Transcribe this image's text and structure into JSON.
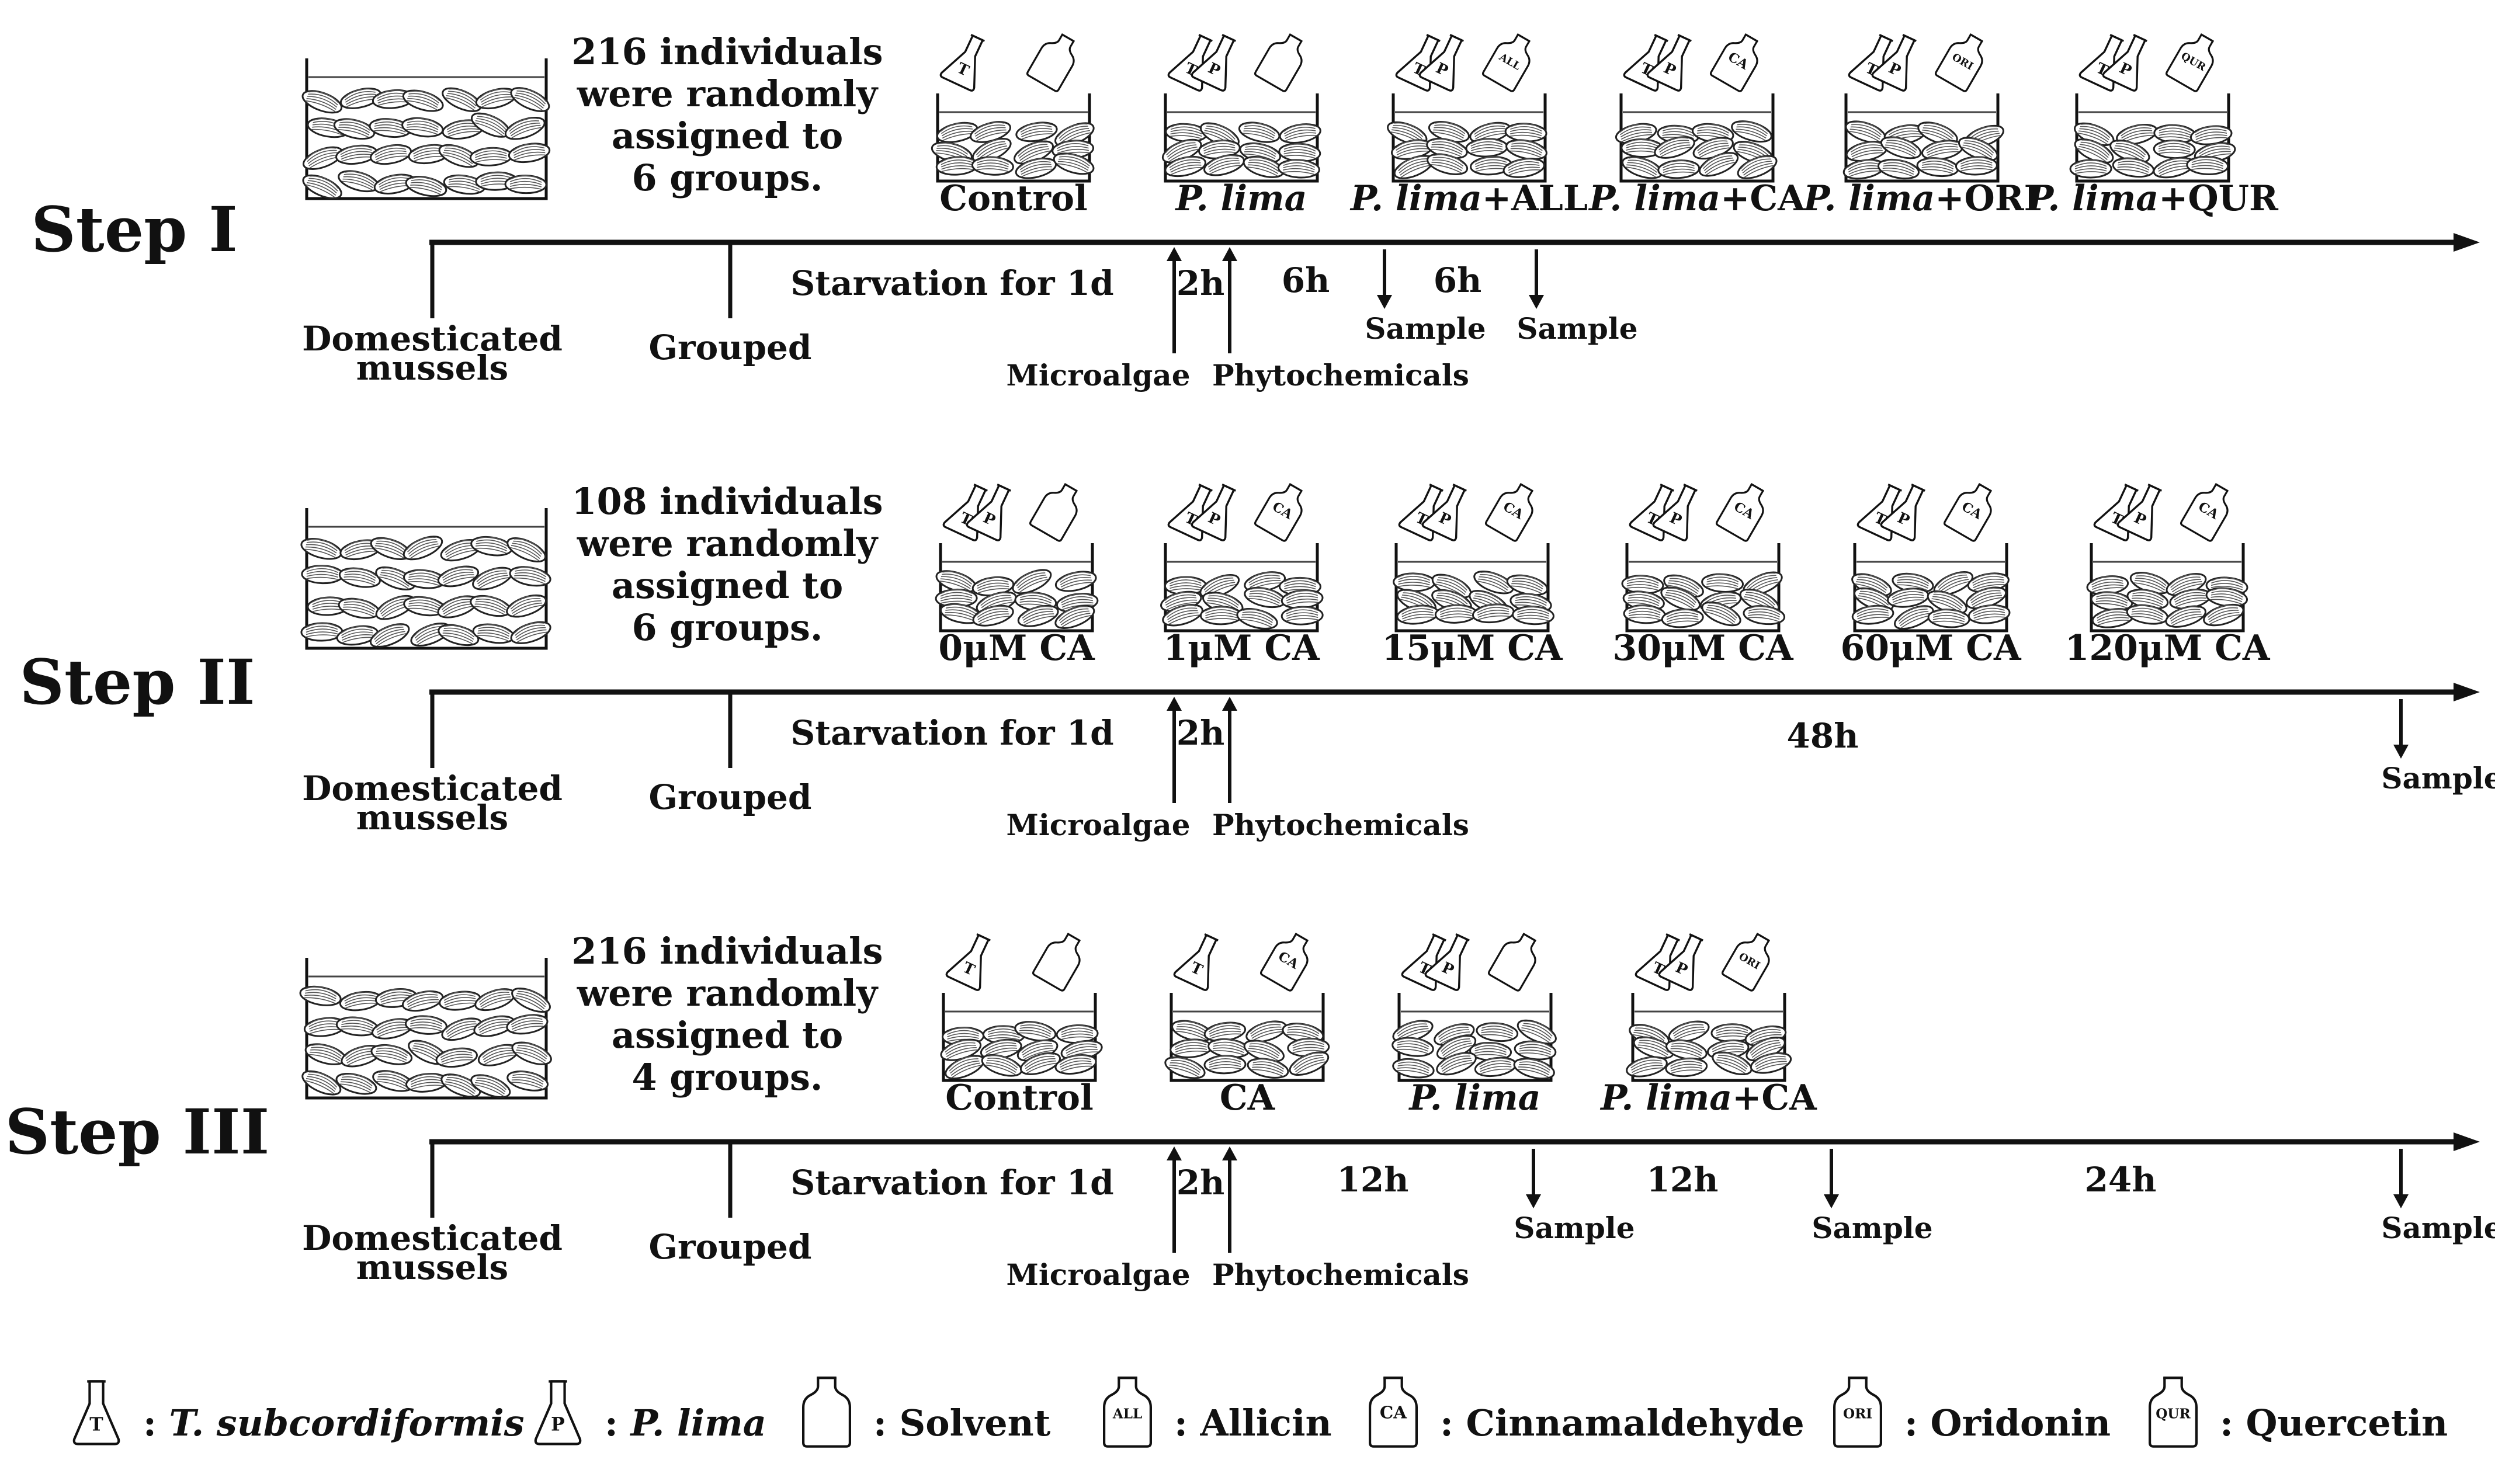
{
  "legend": [
    {
      "shape": "flask",
      "badge": "T",
      "label": "T. subcordiformis",
      "italic": true
    },
    {
      "shape": "flask",
      "badge": "P",
      "label": "P. lima",
      "italic": true
    },
    {
      "shape": "bottle",
      "badge": "",
      "label": "Solvent",
      "italic": false
    },
    {
      "shape": "bottle",
      "badge": "ALL",
      "label": "Allicin",
      "italic": false
    },
    {
      "shape": "bottle",
      "badge": "CA",
      "label": "Cinnamaldehyde",
      "italic": false
    },
    {
      "shape": "bottle",
      "badge": "ORI",
      "label": "Oridonin",
      "italic": false
    },
    {
      "shape": "bottle",
      "badge": "QUR",
      "label": "Quercetin",
      "italic": false
    }
  ],
  "steps": [
    {
      "label": "Step I",
      "assignment": [
        "216 individuals",
        "were randomly",
        "assigned to",
        "6 groups."
      ],
      "groups": [
        {
          "label": [
            {
              "t": "Control",
              "i": false
            }
          ],
          "flasks": [
            "T"
          ],
          "bottle": ""
        },
        {
          "label": [
            {
              "t": "P. lima",
              "i": true
            }
          ],
          "flasks": [
            "T",
            "P"
          ],
          "bottle": ""
        },
        {
          "label": [
            {
              "t": "P. lima",
              "i": true
            },
            {
              "t": "+ALL",
              "i": false
            }
          ],
          "flasks": [
            "T",
            "P"
          ],
          "bottle": "ALL"
        },
        {
          "label": [
            {
              "t": "P. lima",
              "i": true
            },
            {
              "t": "+CA",
              "i": false
            }
          ],
          "flasks": [
            "T",
            "P"
          ],
          "bottle": "CA"
        },
        {
          "label": [
            {
              "t": "P. lima",
              "i": true
            },
            {
              "t": "+ORI",
              "i": false
            }
          ],
          "flasks": [
            "T",
            "P"
          ],
          "bottle": "ORI"
        },
        {
          "label": [
            {
              "t": "P. lima",
              "i": true
            },
            {
              "t": "+QUR",
              "i": false
            }
          ],
          "flasks": [
            "T",
            "P"
          ],
          "bottle": "QUR"
        }
      ],
      "timeline": {
        "domesticated": [
          "Domesticated",
          "mussels"
        ],
        "grouped": "Grouped",
        "starvation": "Starvation for 1d",
        "microalgae": "Microalgae",
        "phytochemicals": "Phytochemicals",
        "gap": "2h",
        "intervals": [
          "6h",
          "6h"
        ],
        "samples": [
          "Sample",
          "Sample"
        ]
      }
    },
    {
      "label": "Step II",
      "assignment": [
        "108 individuals",
        "were randomly",
        "assigned to",
        "6 groups."
      ],
      "groups": [
        {
          "label": [
            {
              "t": "0μM CA",
              "i": false
            }
          ],
          "flasks": [
            "T",
            "P"
          ],
          "bottle": ""
        },
        {
          "label": [
            {
              "t": "1μM CA",
              "i": false
            }
          ],
          "flasks": [
            "T",
            "P"
          ],
          "bottle": "CA"
        },
        {
          "label": [
            {
              "t": "15μM CA",
              "i": false
            }
          ],
          "flasks": [
            "T",
            "P"
          ],
          "bottle": "CA"
        },
        {
          "label": [
            {
              "t": "30μM CA",
              "i": false
            }
          ],
          "flasks": [
            "T",
            "P"
          ],
          "bottle": "CA"
        },
        {
          "label": [
            {
              "t": "60μM CA",
              "i": false
            }
          ],
          "flasks": [
            "T",
            "P"
          ],
          "bottle": "CA"
        },
        {
          "label": [
            {
              "t": "120μM CA",
              "i": false
            }
          ],
          "flasks": [
            "T",
            "P"
          ],
          "bottle": "CA"
        }
      ],
      "timeline": {
        "domesticated": [
          "Domesticated",
          "mussels"
        ],
        "grouped": "Grouped",
        "starvation": "Starvation for 1d",
        "microalgae": "Microalgae",
        "phytochemicals": "Phytochemicals",
        "gap": "2h",
        "intervals": [
          "48h"
        ],
        "samples": [
          "Sample"
        ]
      }
    },
    {
      "label": "Step III",
      "assignment": [
        "216 individuals",
        "were randomly",
        "assigned to",
        "4 groups."
      ],
      "groups": [
        {
          "label": [
            {
              "t": "Control",
              "i": false
            }
          ],
          "flasks": [
            "T"
          ],
          "bottle": ""
        },
        {
          "label": [
            {
              "t": "CA",
              "i": false
            }
          ],
          "flasks": [
            "T"
          ],
          "bottle": "CA"
        },
        {
          "label": [
            {
              "t": "P. lima",
              "i": true
            }
          ],
          "flasks": [
            "T",
            "P"
          ],
          "bottle": ""
        },
        {
          "label": [
            {
              "t": "P. lima",
              "i": true
            },
            {
              "t": "+CA",
              "i": false
            }
          ],
          "flasks": [
            "T",
            "P"
          ],
          "bottle": "ORI"
        }
      ],
      "timeline": {
        "domesticated": [
          "Domesticated",
          "mussels"
        ],
        "grouped": "Grouped",
        "starvation": "Starvation for 1d",
        "microalgae": "Microalgae",
        "phytochemicals": "Phytochemicals",
        "gap": "2h",
        "intervals": [
          "12h",
          "12h",
          "24h"
        ],
        "samples": [
          "Sample",
          "Sample",
          "Sample"
        ]
      }
    }
  ]
}
